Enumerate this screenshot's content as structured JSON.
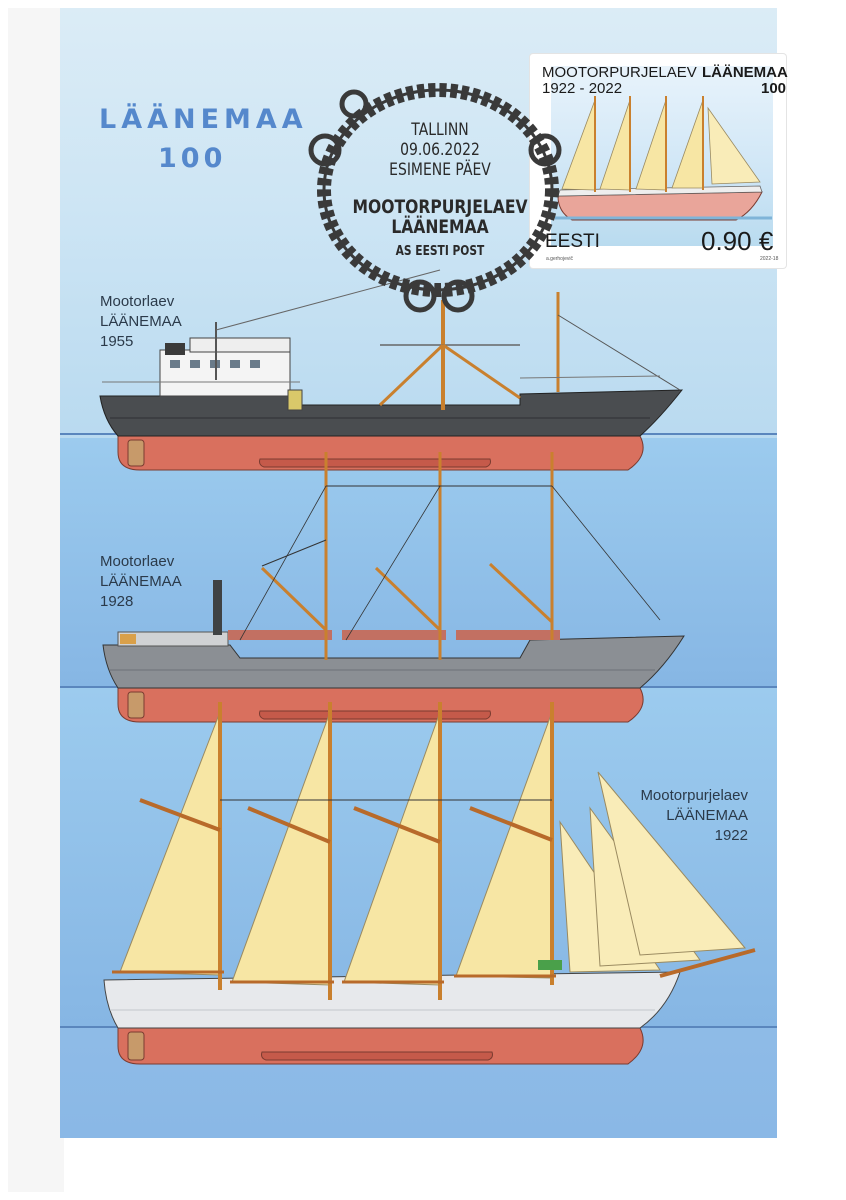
{
  "title": {
    "word": "LÄÄNEMAA",
    "number": "100"
  },
  "postmark": {
    "city": "TALLINN",
    "date": "09.06.2022",
    "note": "ESIMENE PÄEV",
    "line1": "MOOTORPURJELAEV",
    "line2": "LÄÄNEMAA",
    "issuer": "AS EESTI POST"
  },
  "stamp": {
    "name": "MOOTORPURJELAEV",
    "name_bold": "LÄÄNEMAA",
    "years": "1922 - 2022",
    "hundred": "100",
    "country": "EESTI",
    "value": "0.90 €",
    "artist": "a.gerhojevič",
    "code": "2022-18"
  },
  "ships": [
    {
      "type": "Mootorlaev",
      "name": "LÄÄNEMAA",
      "year": "1955",
      "hull": "#4a4d50",
      "deck": "#3b3e41"
    },
    {
      "type": "Mootorlaev",
      "name": "LÄÄNEMAA",
      "year": "1928",
      "hull": "#8b8f94",
      "deck": "#777b80"
    },
    {
      "type": "Mootorpurjelaev",
      "name": "LÄÄNEMAA",
      "year": "1922",
      "hull": "#e7e9ec",
      "deck": "#cfd3d8"
    }
  ],
  "colors": {
    "accent": "#5588cc",
    "hull_red": "#d9705e",
    "sail": "#f7e6a4",
    "mast": "#c9802e"
  }
}
